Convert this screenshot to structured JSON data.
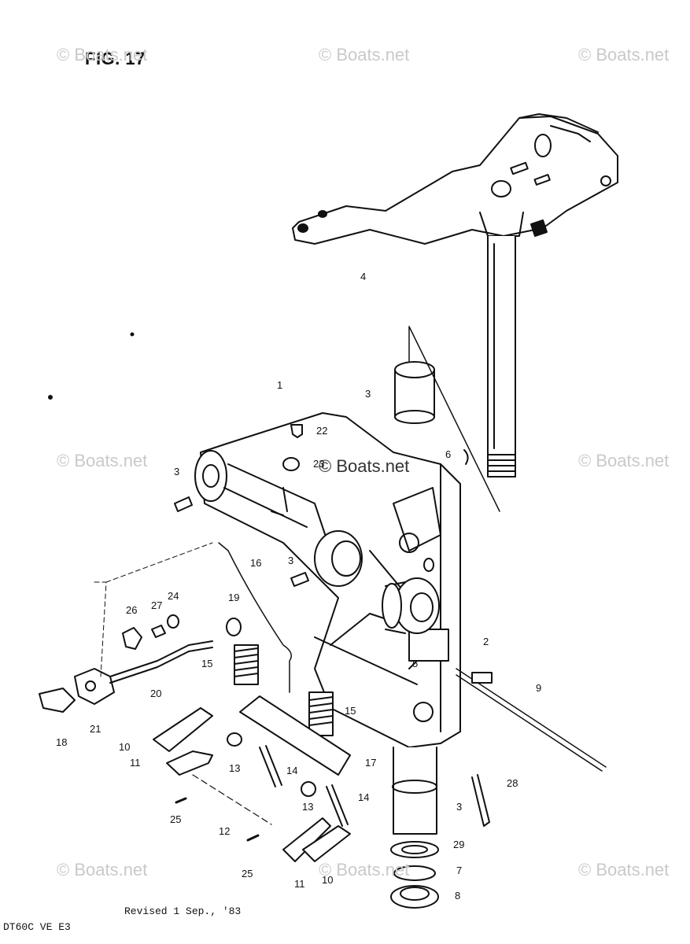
{
  "figure": {
    "title": "FIG. 17",
    "revision": "Revised 1 Sep., '83",
    "model_code": "DT60C VE E3"
  },
  "watermarks": {
    "tl": "© Boats.net",
    "tc": "© Boats.net",
    "tr": "© Boats.net",
    "ml": "© Boats.net",
    "mc": "© Boats.net",
    "mr": "© Boats.net",
    "bl": "© Boats.net",
    "bc": "© Boats.net",
    "br": "© Boats.net"
  },
  "callouts": {
    "c4": "4",
    "c1": "1",
    "c3a": "3",
    "c22": "22",
    "c23": "23",
    "c6": "6",
    "c3b": "3",
    "c16": "16",
    "c3c": "3",
    "c26": "26",
    "c27": "27",
    "c24": "24",
    "c19": "19",
    "c15a": "15",
    "c5": "5",
    "c2": "2",
    "c9": "9",
    "c20": "20",
    "c15b": "15",
    "c18": "18",
    "c21": "21",
    "c10a": "10",
    "c11a": "11",
    "c13a": "13",
    "c14a": "14",
    "c17": "17",
    "c13b": "13",
    "c14b": "14",
    "c28": "28",
    "c25a": "25",
    "c12": "12",
    "c3d": "3",
    "c29": "29",
    "c7": "7",
    "c25b": "25",
    "c11b": "11",
    "c10b": "10",
    "c8": "8"
  }
}
